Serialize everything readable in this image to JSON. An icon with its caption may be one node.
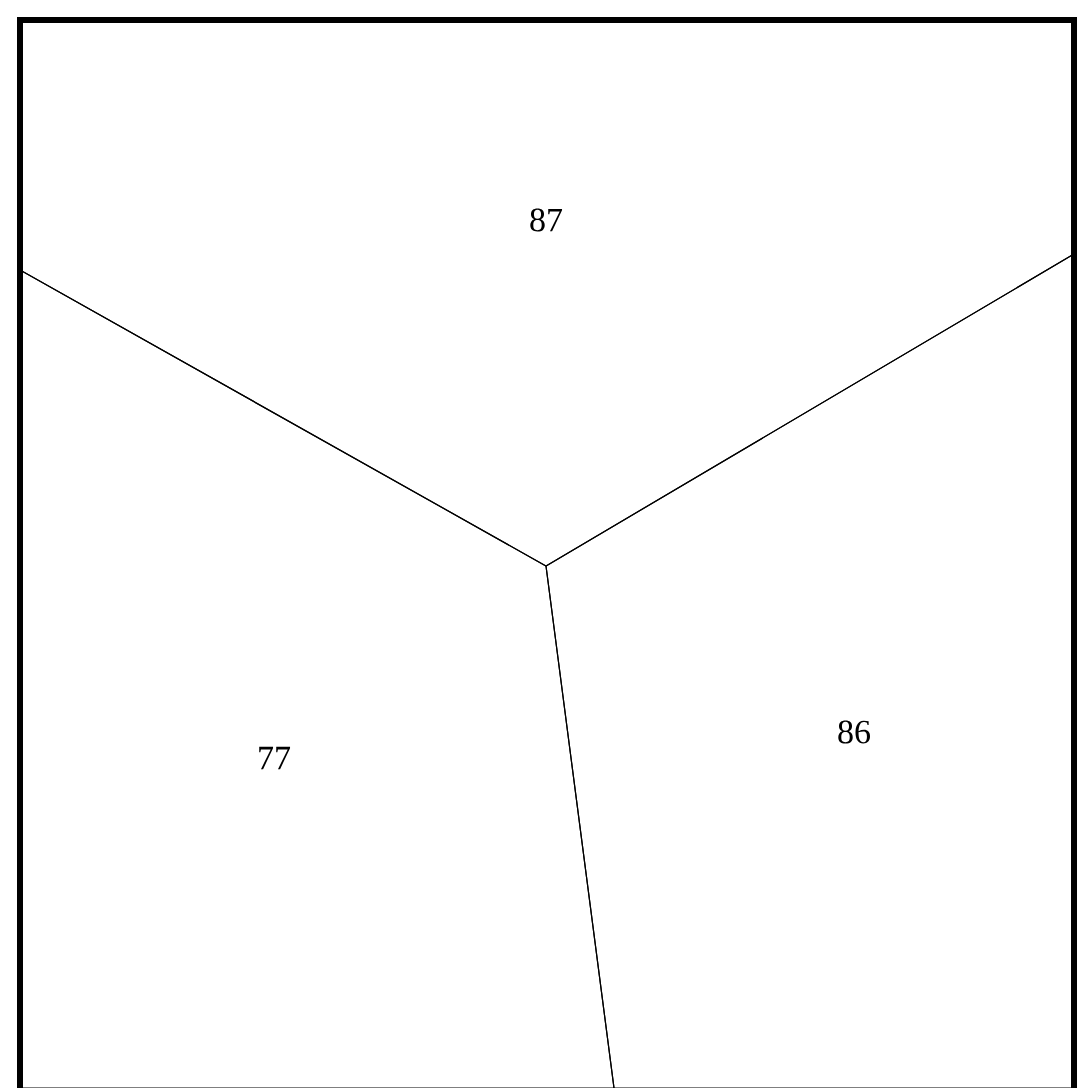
{
  "diagram": {
    "nodes": [
      {
        "text": [
          "87"
        ]
      },
      {
        "text": [
          "77"
        ]
      },
      {
        "text": [
          "86"
        ]
      }
    ]
  }
}
